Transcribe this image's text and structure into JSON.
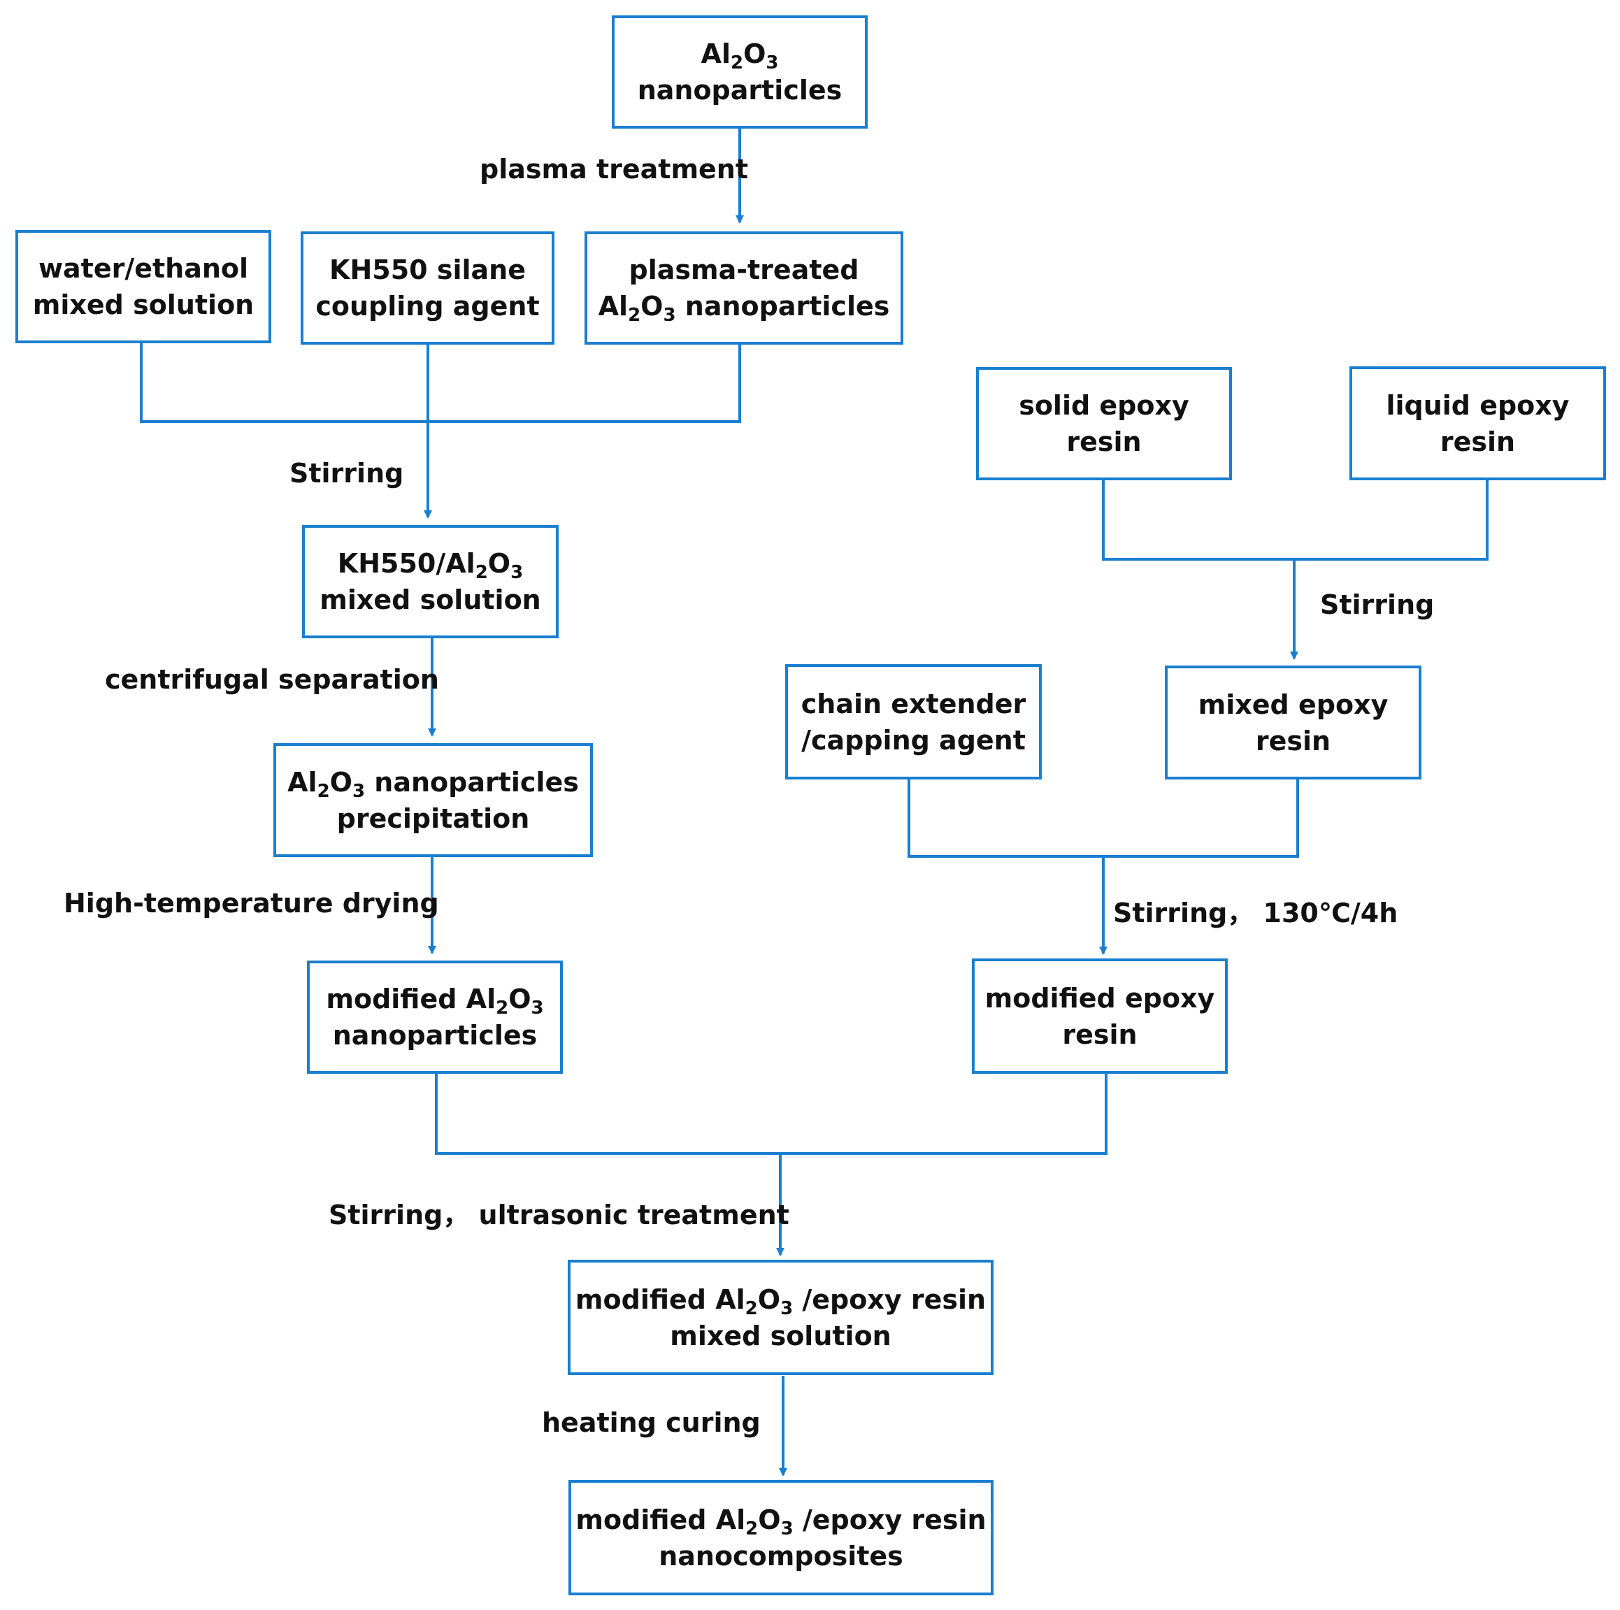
{
  "colors": {
    "stroke": "#1a7fd0",
    "text": "#111111",
    "background": "#ffffff"
  },
  "nodes": {
    "al2o3": {
      "line1": {
        "pre": "Al",
        "sub1": "2",
        "mid": "O",
        "sub2": "3",
        "post": ""
      },
      "line2": "nanoparticles"
    },
    "water_ethanol": {
      "line1": "water/ethanol",
      "line2": "mixed solution"
    },
    "kh550_agent": {
      "line1": "KH550 silane",
      "line2": "coupling agent"
    },
    "plasma_treated": {
      "line1": "plasma-treated",
      "line2": {
        "pre": "Al",
        "sub1": "2",
        "mid": "O",
        "sub2": "3",
        "post": " nanoparticles"
      }
    },
    "kh550_mixed": {
      "line1": {
        "pre": "KH550/Al",
        "sub1": "2",
        "mid": "O",
        "sub2": "3",
        "post": ""
      },
      "line2": "mixed solution"
    },
    "precipitation": {
      "line1": {
        "pre": "Al",
        "sub1": "2",
        "mid": "O",
        "sub2": "3",
        "post": " nanoparticles"
      },
      "line2": "precipitation"
    },
    "modified_al2o3": {
      "line1": {
        "pre": "modified Al",
        "sub1": "2",
        "mid": "O",
        "sub2": "3",
        "post": ""
      },
      "line2": "nanoparticles"
    },
    "solid_epoxy": {
      "line1": "solid epoxy",
      "line2": "resin"
    },
    "liquid_epoxy": {
      "line1": "liquid epoxy",
      "line2": "resin"
    },
    "mixed_epoxy": {
      "line1": "mixed epoxy",
      "line2": "resin"
    },
    "chain_extender": {
      "line1": "chain extender",
      "line2": "/capping agent"
    },
    "modified_epoxy": {
      "line1": "modified epoxy",
      "line2": "resin"
    },
    "mixed_solution_final": {
      "line1": {
        "pre": "modified Al",
        "sub1": "2",
        "mid": "O",
        "sub2": "3",
        "post": " /epoxy resin"
      },
      "line2": "mixed solution"
    },
    "nanocomposites": {
      "line1": {
        "pre": "modified Al",
        "sub1": "2",
        "mid": "O",
        "sub2": "3",
        "post": " /epoxy resin"
      },
      "line2": "nanocomposites"
    }
  },
  "steps": {
    "plasma_treatment": "plasma treatment",
    "stirring_1": "Stirring",
    "centrifugal_separation": "centrifugal separation",
    "high_temp_drying": "High-temperature drying",
    "stirring_2": "Stirring",
    "stirring_130": "Stirring， 130℃/4h",
    "stirring_ultrasonic": "Stirring， ultrasonic treatment",
    "heating_curing": "heating curing"
  }
}
